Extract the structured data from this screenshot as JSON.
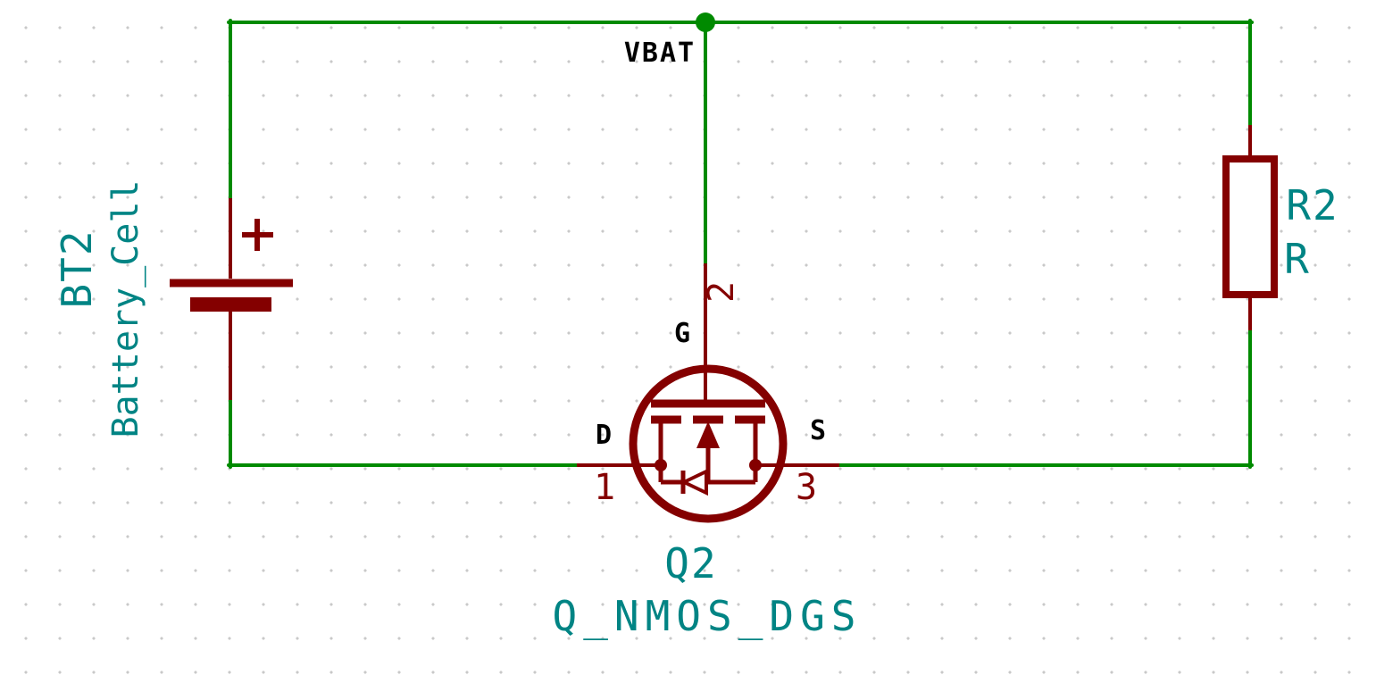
{
  "schematic": {
    "net_label": "VBAT",
    "battery": {
      "reference": "BT2",
      "value": "Battery_Cell",
      "plus_sign": "+"
    },
    "resistor": {
      "reference": "R2",
      "value": "R"
    },
    "mosfet": {
      "reference": "Q2",
      "value": "Q_NMOS_DGS",
      "pins": {
        "drain": {
          "number": "1",
          "name": "D"
        },
        "gate": {
          "number": "2",
          "name": "G"
        },
        "source": {
          "number": "3",
          "name": "S"
        }
      }
    },
    "colors": {
      "wire": "#008A00",
      "junction": "#008A00",
      "symbol_outline": "#840000",
      "pin_number": "#840000",
      "field_text": "#008484",
      "pin_name": "#000000",
      "net_label": "#000000",
      "background": "#FFFFFF",
      "grid_dot": "#C9C9C9"
    }
  }
}
